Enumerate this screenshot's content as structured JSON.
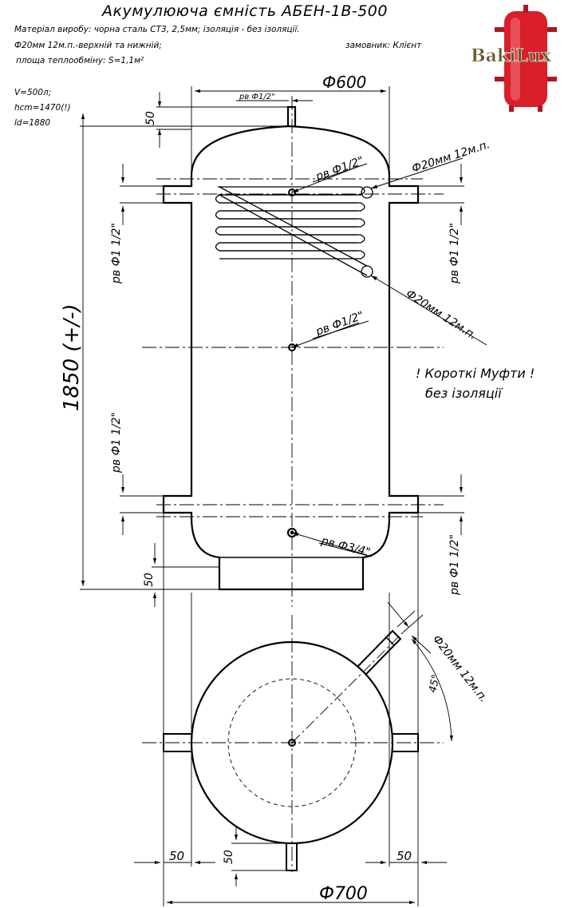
{
  "header": {
    "title": "Акумулююча ємність АБЕН-1В-500",
    "material_line": "Матеріал виробу: чорна сталь СТ3, 2,5мм; ізоляція - без ізоляції.",
    "coil_line": "Ф20мм 12м.п.-верхній та нижній;",
    "customer_line": "замовник: Клієнт",
    "area_line": "площа теплообміну:  S=1,1м²"
  },
  "specs": {
    "volume": "V=500л;",
    "hcm": "hcm=1470(!)",
    "ld": "ld=1880"
  },
  "logo": {
    "text": "BakiLux",
    "tank_color": "#d81f2a"
  },
  "dimensions": {
    "height": "1850 (+/-)",
    "diameter_body": "Ф600",
    "diameter_total": "Ф700",
    "top_nozzle": "50",
    "bottom_base": "50",
    "left_offset": "50",
    "right_offset": "50",
    "bottom_nozzle": "50",
    "angle": "45°"
  },
  "fittings": {
    "top_center": "рв Ф1/2\"",
    "coil_in": "рв Ф1/2\"",
    "coil_tube_top": "Ф20мм 12м.п.",
    "coil_tube_bottom": "Ф20мм 12м.п.",
    "left_upper": "рв Ф1 1/2\"",
    "right_upper": "рв Ф1 1/2\"",
    "middle": "рв Ф1/2\"",
    "left_lower": "рв Ф1 1/2\"",
    "bottom_center": "рв Ф3/4\"",
    "right_lower": "рв Ф1 1/2\"",
    "plan_tube": "Ф20мм 12м.п."
  },
  "notes": {
    "line1": "! Короткі Муфти !",
    "line2": "без ізоляції"
  }
}
